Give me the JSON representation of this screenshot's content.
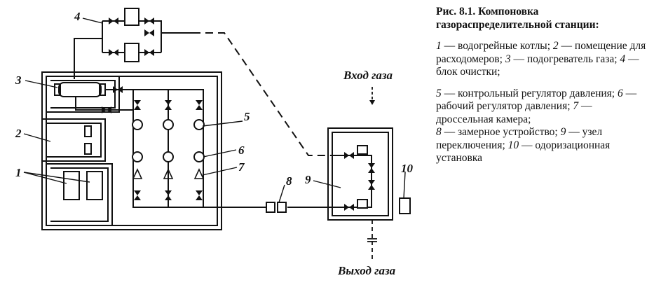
{
  "figure": {
    "title": "Рис. 8.1. Компоновка газораспределительной станции:",
    "legend": [
      {
        "num": "1",
        "text": " — водогрейные котлы; "
      },
      {
        "num": "2",
        "text": " — помещение для расходомеров; "
      },
      {
        "num": "3",
        "text": " — подогреватель газа; "
      },
      {
        "num": "4",
        "text": " — блок очистки;"
      },
      {
        "num": "5",
        "text": " — контрольный регулятор давления; "
      },
      {
        "num": "6",
        "text": " — рабочий регулятор давления; "
      },
      {
        "num": "7",
        "text": " — дроссельная камера;"
      },
      {
        "num": "8",
        "text": " — замерное устройство; "
      },
      {
        "num": "9",
        "text": " — узел переключения; "
      },
      {
        "num": "10",
        "text": " — одоризационная установка"
      }
    ]
  },
  "diagram": {
    "gas_in": "Вход газа",
    "gas_out": "Выход газа",
    "labels": {
      "n1": "1",
      "n2": "2",
      "n3": "3",
      "n4": "4",
      "n5": "5",
      "n6": "6",
      "n7": "7",
      "n8": "8",
      "n9": "9",
      "n10": "10"
    }
  }
}
